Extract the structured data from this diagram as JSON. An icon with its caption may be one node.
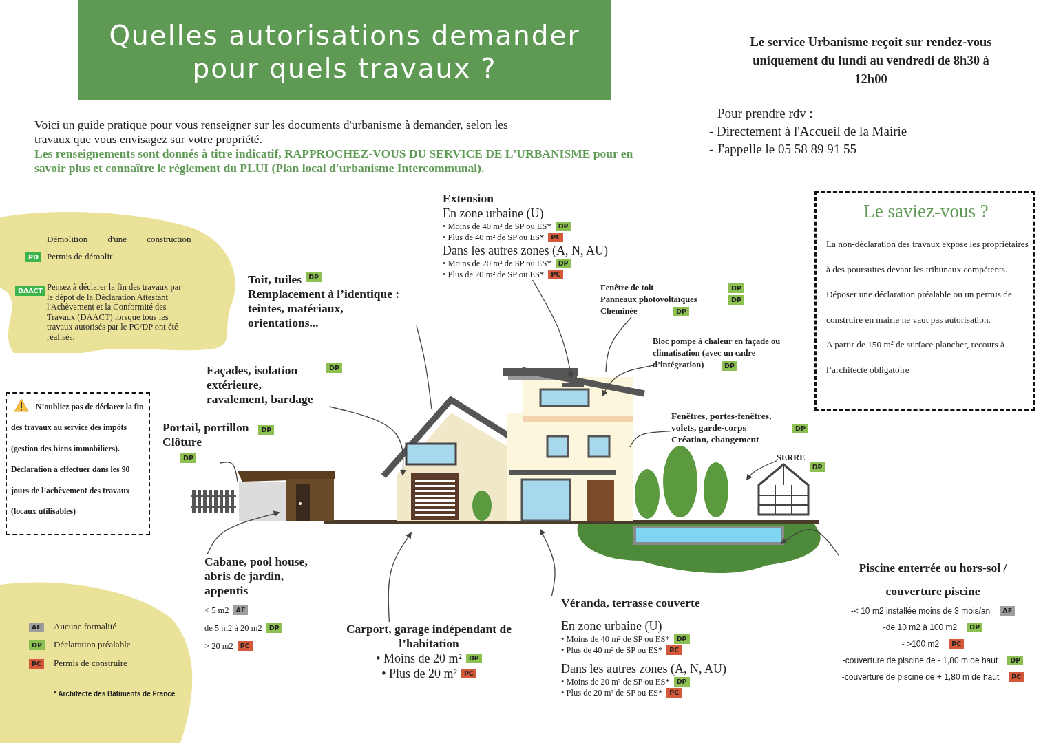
{
  "diagram": {
    "title": "Quelles autorisations demander pour quels travaux ?",
    "nodes": [
      {
        "text": [
          "Démolition d'une construction",
          "PD",
          "Permis de démolir",
          "DAACT",
          "Pensez à déclarer la fin des travaux par le dépot de la Déclaration Attestant l'Achèvement et la Conformité des Travaux (DAACT) lorsque tous les travaux autorisés par le PC/DP ont été réalisés."
        ]
      },
      {
        "text": [
          "N’oubliez pas de déclarer la fin des travaux au service des impôts (gestion des biens immobiliers). Déclaration à effectuer dans les 90 jours de l’achèvement des travaux (locaux utilisables)"
        ]
      },
      {
        "text": [
          "Le saviez-vous ?",
          "La non-déclaration des travaux expose les propriétaires à des poursuites devant les tribunaux compétents.",
          "Déposer une déclaration préalable ou un permis de construire en mairie ne vaut pas autorisation.",
          "A partir de 150 m² de surface plancher, recours à l’architecte obligatoire"
        ]
      },
      {
        "text": [
          "Toit, tuiles",
          "DP",
          "Remplacement à l’identique : teintes, matériaux, orientations..."
        ]
      },
      {
        "text": [
          "Façades, isolation extérieure, ravalement, bardage",
          "DP"
        ]
      },
      {
        "text": [
          "Portail, portillon",
          "DP",
          "Clôture",
          "DP"
        ]
      },
      {
        "text": [
          "Cabane, pool house, abris de jardin, appentis",
          "< 5 m2",
          "AF",
          "de 5 m2 à 20 m2",
          "DP",
          "> 20 m2",
          "PC"
        ]
      },
      {
        "text": [
          "Extension",
          "En zone urbaine (U)",
          "• Moins de 40 m² de SP ou ES*",
          "DP",
          "• Plus de 40 m² de SP ou ES*",
          "PC",
          "Dans les autres zones (A, N, AU)",
          "• Moins de 20 m² de SP ou ES*",
          "DP",
          "• Plus de 20 m² de SP ou ES*",
          "PC"
        ]
      },
      {
        "text": [
          "Fenêtre de toit",
          "DP",
          "Panneaux photovoltaïques",
          "DP",
          "Cheminée",
          "DP"
        ]
      },
      {
        "text": [
          "Bloc pompe à chaleur en façade ou climatisation (avec un cadre d’intégration)",
          "DP"
        ]
      },
      {
        "text": [
          "Fenêtres, portes-fenêtres, volets, garde-corps",
          "DP",
          "Création, changement"
        ]
      },
      {
        "text": [
          "SERRE",
          "DP"
        ]
      },
      {
        "text": [
          "Carport, garage indépendant de l’habitation",
          "• Moins de 20 m²",
          "DP",
          "• Plus de 20 m²",
          "PC"
        ]
      },
      {
        "text": [
          "Véranda, terrasse couverte",
          "En zone urbaine (U)",
          "• Moins de 40 m² de SP ou ES*",
          "DP",
          "• Plus de 40 m² de SP ou ES*",
          "PC",
          "Dans les autres zones (A, N, AU)",
          "• Moins de 20 m² de SP ou ES*",
          "DP",
          "• Plus de 20 m² de SP ou ES*",
          "PC"
        ]
      },
      {
        "text": [
          "Piscine enterrée ou hors-sol / couverture piscine",
          "-< 10 m2   installée moins de 3 mois/an",
          "AF",
          "-de 10 m2 à 100 m2",
          "DP",
          "-     >100 m2",
          "PC",
          "-couverture de piscine de - 1,80 m de haut",
          "DP",
          "-couverture de piscine de + 1,80 m de haut",
          "PC"
        ]
      }
    ],
    "edges": [
      {
        "from": 3,
        "to": null,
        "arrow": "none"
      },
      {
        "from": 4,
        "to": null,
        "arrow": "to"
      },
      {
        "from": 5,
        "to": null,
        "arrow": "none"
      },
      {
        "from": 6,
        "to": null,
        "arrow": "to"
      },
      {
        "from": 7,
        "to": null,
        "arrow": "to"
      },
      {
        "from": 8,
        "to": null,
        "arrow": "none"
      },
      {
        "from": 9,
        "to": null,
        "arrow": "to"
      },
      {
        "from": 10,
        "to": null,
        "arrow": "none"
      },
      {
        "from": 11,
        "to": null,
        "arrow": "to"
      },
      {
        "from": 12,
        "to": null,
        "arrow": "to"
      },
      {
        "from": 13,
        "to": null,
        "arrow": "to"
      },
      {
        "from": 14,
        "to": null,
        "arrow": "to"
      }
    ],
    "labels": [
      "Le service Urbanisme reçoit sur rendez-vous uniquement du lundi au vendredi de 8h30 à 12h00",
      "Pour prendre rdv :",
      "- Directement à l'Accueil de la Mairie",
      "- J'appelle le 05 58 89 91 55",
      "Voici un guide pratique pour vous renseigner sur les documents d'urbanisme à demander, selon les travaux que vous envisagez sur votre propriété.",
      "Les renseignements sont donnés à titre indicatif, RAPPROCHEZ-VOUS DU SERVICE DE L'URBANISME pour en savoir plus et connaître le règlement du PLUI (Plan local d'urbanisme Intercommunal).",
      "AF",
      "DP",
      "PC",
      "* Architecte des Bâtiments de France"
    ],
    "legend": [
      {
        "text": "Aucune formalité",
        "color": "#9e9e9e"
      },
      {
        "text": "Déclaration préalable",
        "color": "#8cc152"
      },
      {
        "text": "Permis de construire",
        "color": "#d4583a"
      }
    ]
  }
}
